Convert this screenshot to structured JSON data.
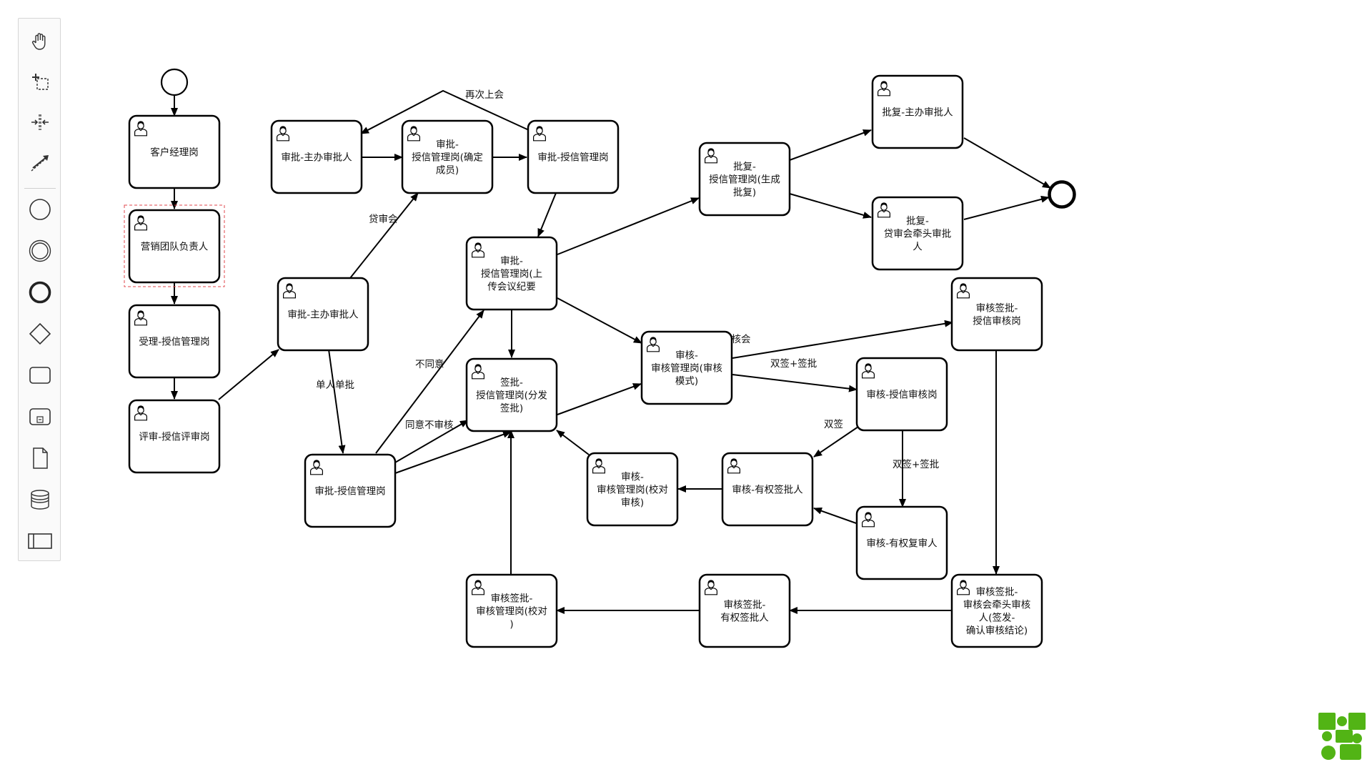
{
  "palette": {
    "tools": [
      {
        "name": "hand-tool-icon"
      },
      {
        "name": "lasso-tool-icon"
      },
      {
        "name": "space-tool-icon"
      },
      {
        "name": "global-connect-tool-icon"
      },
      {
        "name": "start-event-icon"
      },
      {
        "name": "intermediate-event-icon"
      },
      {
        "name": "end-event-icon"
      },
      {
        "name": "gateway-icon"
      },
      {
        "name": "task-icon"
      },
      {
        "name": "subprocess-icon"
      },
      {
        "name": "data-object-icon"
      },
      {
        "name": "data-store-icon"
      },
      {
        "name": "participant-icon"
      }
    ]
  },
  "tasks": [
    {
      "id": "t_khjl",
      "lines": [
        "客户经理岗"
      ]
    },
    {
      "id": "t_yxtd",
      "lines": [
        "营销团队负责人"
      ],
      "selected": true
    },
    {
      "id": "t_sl",
      "lines": [
        "受理-授信管理岗"
      ]
    },
    {
      "id": "t_ps",
      "lines": [
        "评审-授信评审岗"
      ]
    },
    {
      "id": "t_spzb2",
      "lines": [
        "审批-主办审批人"
      ]
    },
    {
      "id": "t_spsx_low",
      "lines": [
        "审批-授信管理岗"
      ]
    },
    {
      "id": "t_spzb1",
      "lines": [
        "审批-主办审批人"
      ]
    },
    {
      "id": "t_spqd",
      "lines": [
        "审批-",
        "授信管理岗(确定",
        "成员)"
      ]
    },
    {
      "id": "t_spsx_top",
      "lines": [
        "审批-授信管理岗"
      ]
    },
    {
      "id": "t_spsc",
      "lines": [
        "审批-",
        "授信管理岗(上",
        "传会议纪要"
      ]
    },
    {
      "id": "t_qpff",
      "lines": [
        "签批-",
        "授信管理岗(分发",
        "签批)"
      ]
    },
    {
      "id": "t_shms",
      "lines": [
        "审核-",
        "审核管理岗(审核",
        "模式)"
      ]
    },
    {
      "id": "t_shjd",
      "lines": [
        "审核-",
        "审核管理岗(校对",
        "审核)"
      ]
    },
    {
      "id": "t_shqdsc",
      "lines": [
        "审核签批-",
        "审核管理岗(校对",
        ")"
      ]
    },
    {
      "id": "t_pfsc",
      "lines": [
        "批复-",
        "授信管理岗(生成",
        "批复)"
      ]
    },
    {
      "id": "t_pfzb",
      "lines": [
        "批复-主办审批人"
      ]
    },
    {
      "id": "t_pfqt",
      "lines": [
        "批复-",
        "贷审会牵头审批",
        "人"
      ]
    },
    {
      "id": "t_shqsh",
      "lines": [
        "审核签批-",
        "授信审核岗"
      ]
    },
    {
      "id": "t_shsx",
      "lines": [
        "审核-授信审核岗"
      ]
    },
    {
      "id": "t_shyq",
      "lines": [
        "审核-有权签批人"
      ]
    },
    {
      "id": "t_shfs",
      "lines": [
        "审核-有权复审人"
      ]
    },
    {
      "id": "t_qpyq",
      "lines": [
        "审核签批-",
        "有权签批人"
      ]
    },
    {
      "id": "t_shqqt",
      "lines": [
        "审核签批-",
        "审核会牵头审核",
        "人(签发-",
        "确认审核结论)"
      ]
    }
  ],
  "flow_labels": [
    {
      "id": "l_zcsh",
      "text": "再次上会"
    },
    {
      "id": "l_dsh",
      "text": "贷审会"
    },
    {
      "id": "l_bty",
      "text": "不同意"
    },
    {
      "id": "l_tybsh",
      "text": "同意不审核"
    },
    {
      "id": "l_drdp",
      "text": "单人单批"
    },
    {
      "id": "l_shh",
      "text": "审核会"
    },
    {
      "id": "l_sqqp1",
      "text": "双签+签批"
    },
    {
      "id": "l_sq",
      "text": "双签"
    },
    {
      "id": "l_sqqp2",
      "text": "双签+签批"
    }
  ],
  "colors": {
    "stroke": "#000000",
    "selection": "#e0474c",
    "logo": "#52b415"
  }
}
